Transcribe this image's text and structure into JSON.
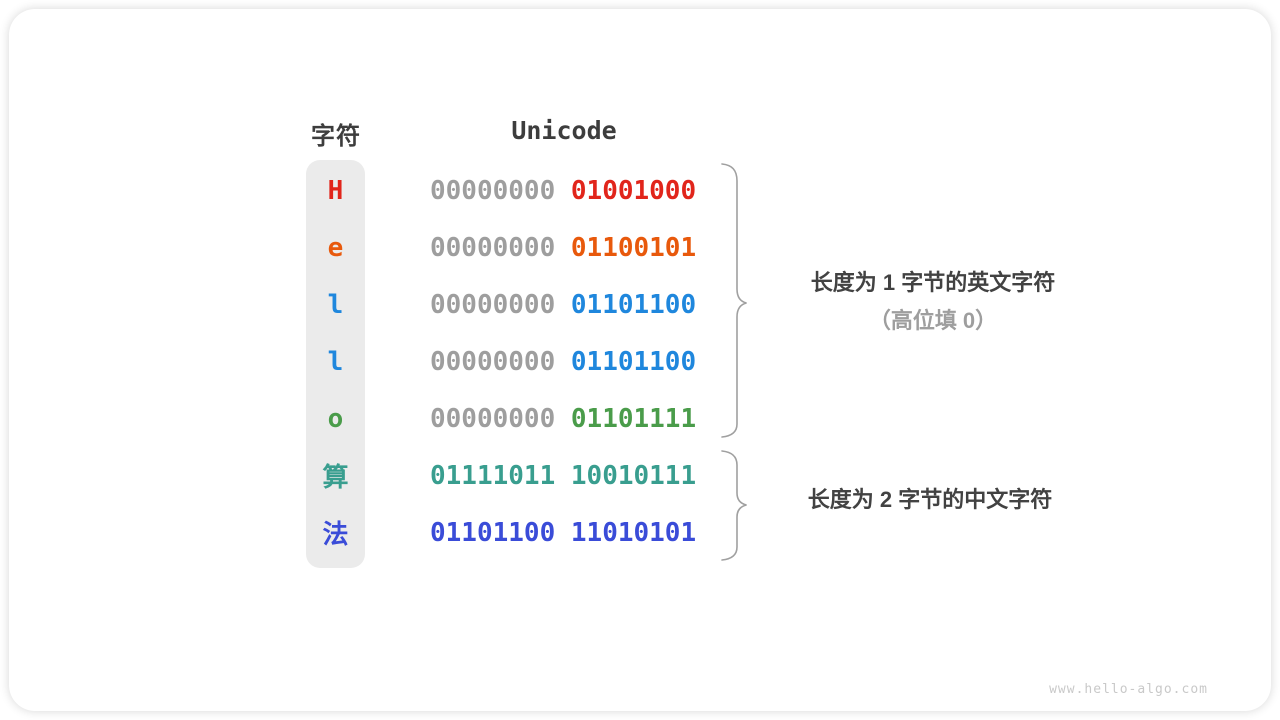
{
  "table": {
    "char_header": "字符",
    "unicode_header": "Unicode",
    "rows": [
      {
        "char": "H",
        "char_color": "#e1251b",
        "byte1": "00000000",
        "byte1_color": "#9e9e9e",
        "byte2": "01001000",
        "byte2_color": "#e1251b"
      },
      {
        "char": "e",
        "char_color": "#e8590c",
        "byte1": "00000000",
        "byte1_color": "#9e9e9e",
        "byte2": "01100101",
        "byte2_color": "#e8590c"
      },
      {
        "char": "l",
        "char_color": "#1f87dd",
        "byte1": "00000000",
        "byte1_color": "#9e9e9e",
        "byte2": "01101100",
        "byte2_color": "#1f87dd"
      },
      {
        "char": "l",
        "char_color": "#1f87dd",
        "byte1": "00000000",
        "byte1_color": "#9e9e9e",
        "byte2": "01101100",
        "byte2_color": "#1f87dd"
      },
      {
        "char": "o",
        "char_color": "#4a9c4a",
        "byte1": "00000000",
        "byte1_color": "#9e9e9e",
        "byte2": "01101111",
        "byte2_color": "#4a9c4a"
      },
      {
        "char": "算",
        "char_color": "#399e8f",
        "byte1": "01111011",
        "byte1_color": "#399e8f",
        "byte2": "10010111",
        "byte2_color": "#399e8f"
      },
      {
        "char": "法",
        "char_color": "#3a4cd8",
        "byte1": "01101100",
        "byte1_color": "#3a4cd8",
        "byte2": "11010101",
        "byte2_color": "#3a4cd8"
      }
    ]
  },
  "annotations": {
    "english": {
      "line1": "长度为 1 字节的英文字符",
      "line2": "（高位填 0）"
    },
    "chinese": {
      "line1": "长度为 2 字节的中文字符"
    }
  },
  "watermark": "www.hello-algo.com",
  "palette": {
    "header_text": "#3d3d3d",
    "muted_byte_gray": "#9e9e9e",
    "strip_bg": "#ebebeb",
    "brace_stroke": "#a0a0a0",
    "annotation_primary": "#424242",
    "annotation_secondary": "#9e9e9e",
    "watermark_gray": "#c9c9c9"
  }
}
